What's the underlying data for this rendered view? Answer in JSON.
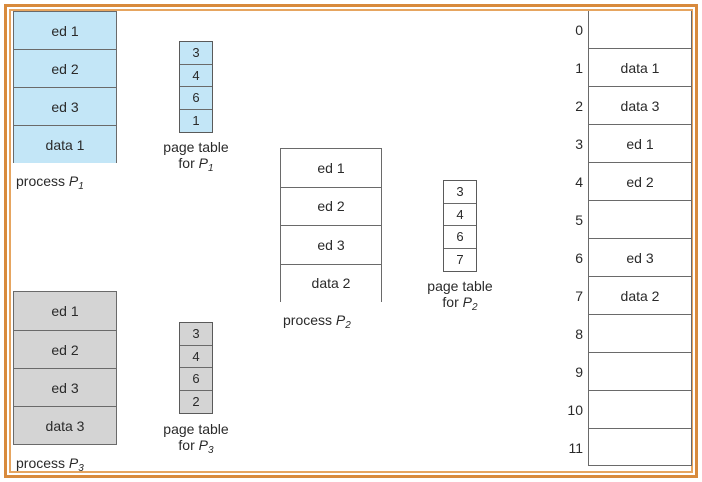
{
  "process1": {
    "name": "process",
    "sub": "1",
    "pages": [
      "ed 1",
      "ed 2",
      "ed 3",
      "data 1"
    ]
  },
  "pagetable1": {
    "line1": "page table",
    "line2": "for",
    "sub": "1",
    "entries": [
      "3",
      "4",
      "6",
      "1"
    ]
  },
  "process2": {
    "name": "process",
    "sub": "2",
    "pages": [
      "ed 1",
      "ed 2",
      "ed 3",
      "data 2"
    ]
  },
  "pagetable2": {
    "line1": "page table",
    "line2": "for",
    "sub": "2",
    "entries": [
      "3",
      "4",
      "6",
      "7"
    ]
  },
  "process3": {
    "name": "process",
    "sub": "3",
    "pages": [
      "ed 1",
      "ed 2",
      "ed 3",
      "data 3"
    ]
  },
  "pagetable3": {
    "line1": "page table",
    "line2": "for",
    "sub": "3",
    "entries": [
      "3",
      "4",
      "6",
      "2"
    ]
  },
  "memory": {
    "frame_numbers": [
      "0",
      "1",
      "2",
      "3",
      "4",
      "5",
      "6",
      "7",
      "8",
      "9",
      "10",
      "11"
    ],
    "frames": [
      "",
      "data 1",
      "data 3",
      "ed 1",
      "ed 2",
      "",
      "ed 3",
      "data 2",
      "",
      "",
      "",
      ""
    ]
  },
  "letter_p": "P",
  "colors": {
    "border_accent": "#d88a3c",
    "process1_fill": "#c3e6f7",
    "process3_fill": "#d4d4d4"
  }
}
